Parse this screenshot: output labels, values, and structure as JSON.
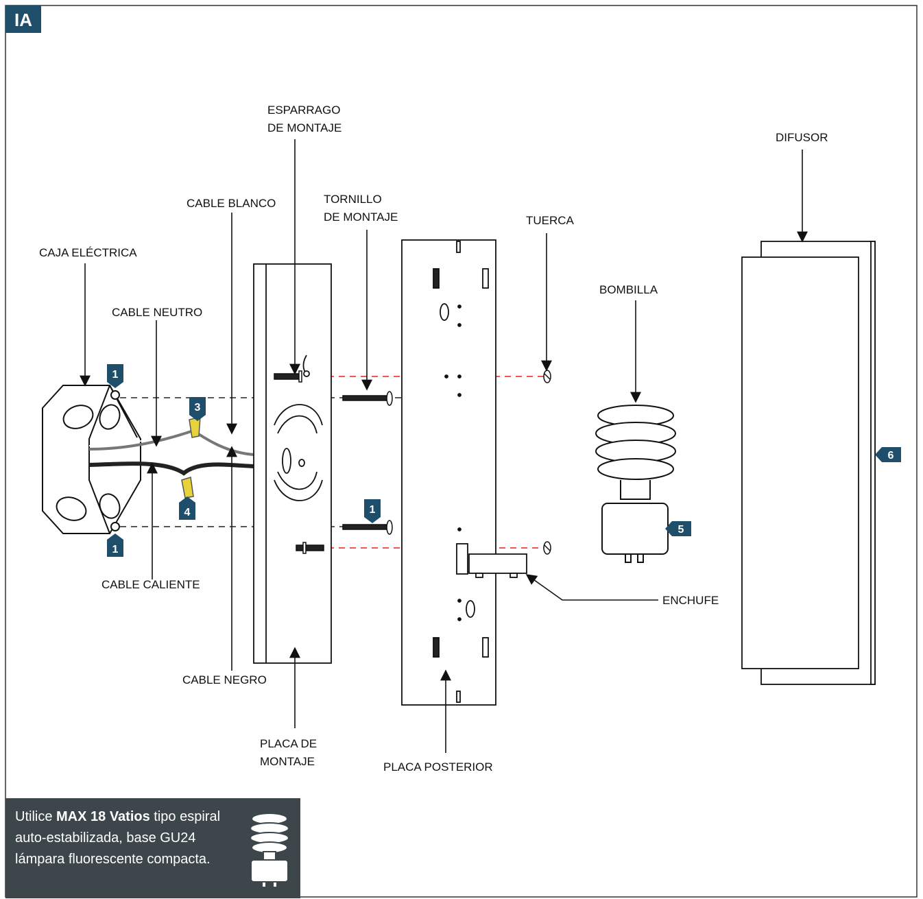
{
  "figure_tag": "IA",
  "labels": {
    "esparrago_l1": "ESPARRAGO",
    "esparrago_l2": "DE MONTAJE",
    "cable_blanco": "CABLE BLANCO",
    "tornillo_l1": "TORNILLO",
    "tornillo_l2": "DE MONTAJE",
    "tuerca": "TUERCA",
    "difusor": "DIFUSOR",
    "caja_electrica": "CAJA ELÉCTRICA",
    "bombilla": "BOMBILLA",
    "cable_neutro": "CABLE NEUTRO",
    "cable_caliente": "CABLE CALIENTE",
    "enchufe": "ENCHUFE",
    "cable_negro": "CABLE NEGRO",
    "placa_montaje_l1": "PLACA DE",
    "placa_montaje_l2": "MONTAJE",
    "placa_posterior": "PLACA POSTERIOR"
  },
  "steps": {
    "s1_top": "1",
    "s1_bottom": "1",
    "s1_screw": "1",
    "s3": "3",
    "s4": "4",
    "s5": "5",
    "s6": "6"
  },
  "note": {
    "pre": "Utilice ",
    "bold": "MAX 18 Vatios",
    "post": " tipo espiral auto-estabilizada, base GU24 lámpara fluorescente compacta."
  },
  "colors": {
    "badge": "#1f4e6b",
    "note_bg": "#3d464b",
    "guide_red": "#e0201b",
    "connector_yellow": "#e8d23a"
  }
}
